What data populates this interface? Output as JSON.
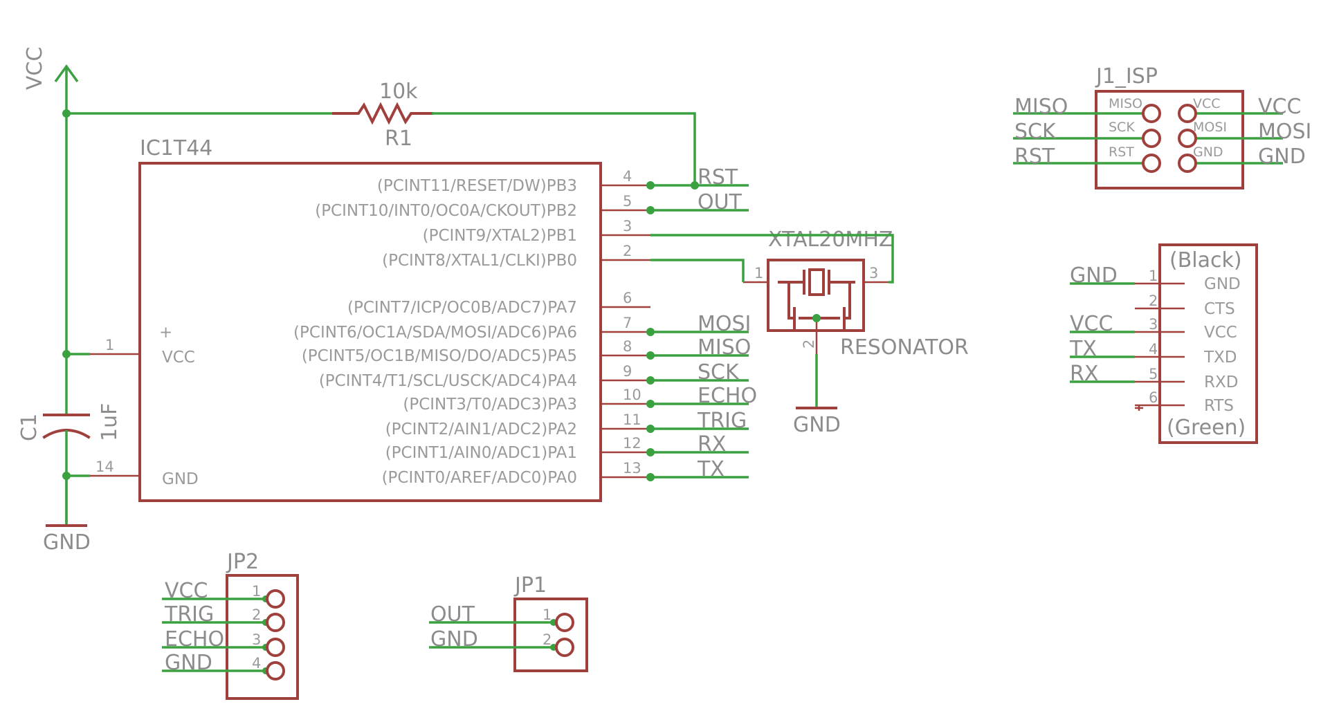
{
  "power": {
    "vcc": "VCC",
    "gnd": "GND"
  },
  "r1": {
    "name": "R1",
    "value": "10k"
  },
  "c1": {
    "name": "C1",
    "value": "1uF"
  },
  "ic": {
    "name": "IC1T44",
    "plus": "+",
    "vcc_label": "VCC",
    "gnd_label": "GND",
    "vcc_pin": "1",
    "gnd_pin": "14",
    "right_pins": [
      {
        "label": "(PCINT11/RESET/DW)PB3",
        "num": "4",
        "net": "RST"
      },
      {
        "label": "(PCINT10/INT0/OC0A/CKOUT)PB2",
        "num": "5",
        "net": "OUT"
      },
      {
        "label": "(PCINT9/XTAL2)PB1",
        "num": "3",
        "net": ""
      },
      {
        "label": "(PCINT8/XTAL1/CLKI)PB0",
        "num": "2",
        "net": ""
      },
      {
        "label": "(PCINT7/ICP/OC0B/ADC7)PA7",
        "num": "6",
        "net": ""
      },
      {
        "label": "(PCINT6/OC1A/SDA/MOSI/ADC6)PA6",
        "num": "7",
        "net": "MOSI"
      },
      {
        "label": "(PCINT5/OC1B/MISO/DO/ADC5)PA5",
        "num": "8",
        "net": "MISO"
      },
      {
        "label": "(PCINT4/T1/SCL/USCK/ADC4)PA4",
        "num": "9",
        "net": "SCK"
      },
      {
        "label": "(PCINT3/T0/ADC3)PA3",
        "num": "10",
        "net": "ECHO"
      },
      {
        "label": "(PCINT2/AIN1/ADC2)PA2",
        "num": "11",
        "net": "TRIG"
      },
      {
        "label": "(PCINT1/AIN0/ADC1)PA1",
        "num": "12",
        "net": "RX"
      },
      {
        "label": "(PCINT0/AREF/ADC0)PA0",
        "num": "13",
        "net": "TX"
      }
    ]
  },
  "resonator": {
    "name": "XTAL20MHZ",
    "value": "RESONATOR",
    "pin1": "1",
    "pin2": "2",
    "pin3": "3",
    "gnd": "GND"
  },
  "isp": {
    "name": "J1_ISP",
    "left_nets": [
      "MISO",
      "SCK",
      "RST"
    ],
    "right_nets": [
      "VCC",
      "MOSI",
      "GND"
    ],
    "inner_left": [
      "MISO",
      "SCK",
      "RST"
    ],
    "inner_right": [
      "VCC",
      "MOSI",
      "GND"
    ]
  },
  "ftdi": {
    "top": "(Black)",
    "bottom": "(Green)",
    "pins": [
      {
        "num": "1",
        "label": "GND",
        "net": "GND"
      },
      {
        "num": "2",
        "label": "CTS",
        "net": ""
      },
      {
        "num": "3",
        "label": "VCC",
        "net": "VCC"
      },
      {
        "num": "4",
        "label": "TXD",
        "net": "TX"
      },
      {
        "num": "5",
        "label": "RXD",
        "net": "RX"
      },
      {
        "num": "6",
        "label": "RTS",
        "net": ""
      }
    ]
  },
  "jp2": {
    "name": "JP2",
    "pins": [
      {
        "num": "1",
        "net": "VCC"
      },
      {
        "num": "2",
        "net": "TRIG"
      },
      {
        "num": "3",
        "net": "ECHO"
      },
      {
        "num": "4",
        "net": "GND"
      }
    ]
  },
  "jp1": {
    "name": "JP1",
    "pins": [
      {
        "num": "1",
        "net": "OUT"
      },
      {
        "num": "2",
        "net": "GND"
      }
    ]
  },
  "colors": {
    "part": "#a0403c",
    "wire": "#3aa040",
    "text": "#8c8c8c"
  }
}
